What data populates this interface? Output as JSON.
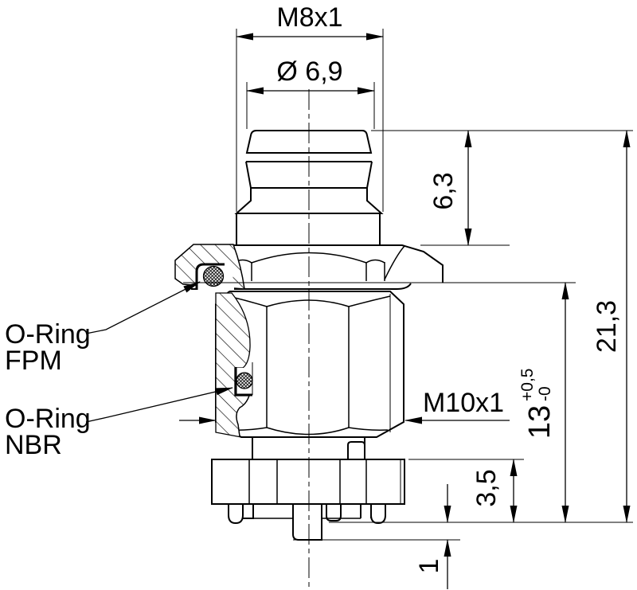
{
  "drawing": {
    "type": "technical-drawing",
    "background_color": "#ffffff",
    "line_color": "#000000",
    "dimensions": {
      "top_thread": "M8x1",
      "top_diameter": "Ø 6,9",
      "stub_height": "6,3",
      "total_height": "21,3",
      "mount_thread": "M10x1",
      "thread_length": "13",
      "thread_length_tol_plus": "+0,5",
      "thread_length_tol_minus": "-0",
      "flange_height": "3,5",
      "pin_protrusion": "1"
    },
    "labels": {
      "oring_top_line1": "O-Ring",
      "oring_top_line2": "FPM",
      "oring_bottom_line1": "O-Ring",
      "oring_bottom_line2": "NBR"
    }
  }
}
